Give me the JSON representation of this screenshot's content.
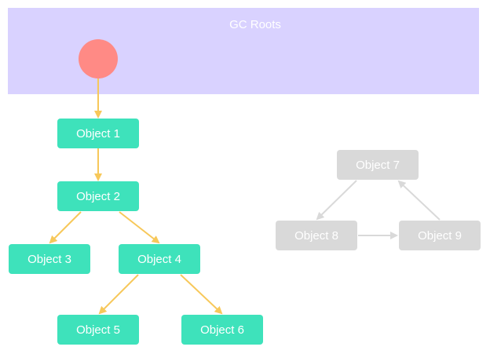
{
  "gc_roots": {
    "label": "GC Roots",
    "fill_color": "#d9d2ff",
    "root_color": "#ff8a85"
  },
  "colors": {
    "reachable_node": "#3ee2bb",
    "unreachable_node": "#d9d9d9",
    "reachable_edge": "#f7c85a",
    "unreachable_edge": "#d9d9d9",
    "label_text": "#ffffff"
  },
  "nodes": [
    {
      "id": "obj1",
      "label": "Object 1",
      "reachable": true
    },
    {
      "id": "obj2",
      "label": "Object 2",
      "reachable": true
    },
    {
      "id": "obj3",
      "label": "Object 3",
      "reachable": true
    },
    {
      "id": "obj4",
      "label": "Object 4",
      "reachable": true
    },
    {
      "id": "obj5",
      "label": "Object 5",
      "reachable": true
    },
    {
      "id": "obj6",
      "label": "Object 6",
      "reachable": true
    },
    {
      "id": "obj7",
      "label": "Object 7",
      "reachable": false
    },
    {
      "id": "obj8",
      "label": "Object 8",
      "reachable": false
    },
    {
      "id": "obj9",
      "label": "Object 9",
      "reachable": false
    }
  ],
  "edges": [
    {
      "from": "root",
      "to": "obj1"
    },
    {
      "from": "obj1",
      "to": "obj2"
    },
    {
      "from": "obj2",
      "to": "obj3"
    },
    {
      "from": "obj2",
      "to": "obj4"
    },
    {
      "from": "obj4",
      "to": "obj5"
    },
    {
      "from": "obj4",
      "to": "obj6"
    },
    {
      "from": "obj7",
      "to": "obj8"
    },
    {
      "from": "obj8",
      "to": "obj9"
    },
    {
      "from": "obj9",
      "to": "obj7"
    }
  ]
}
